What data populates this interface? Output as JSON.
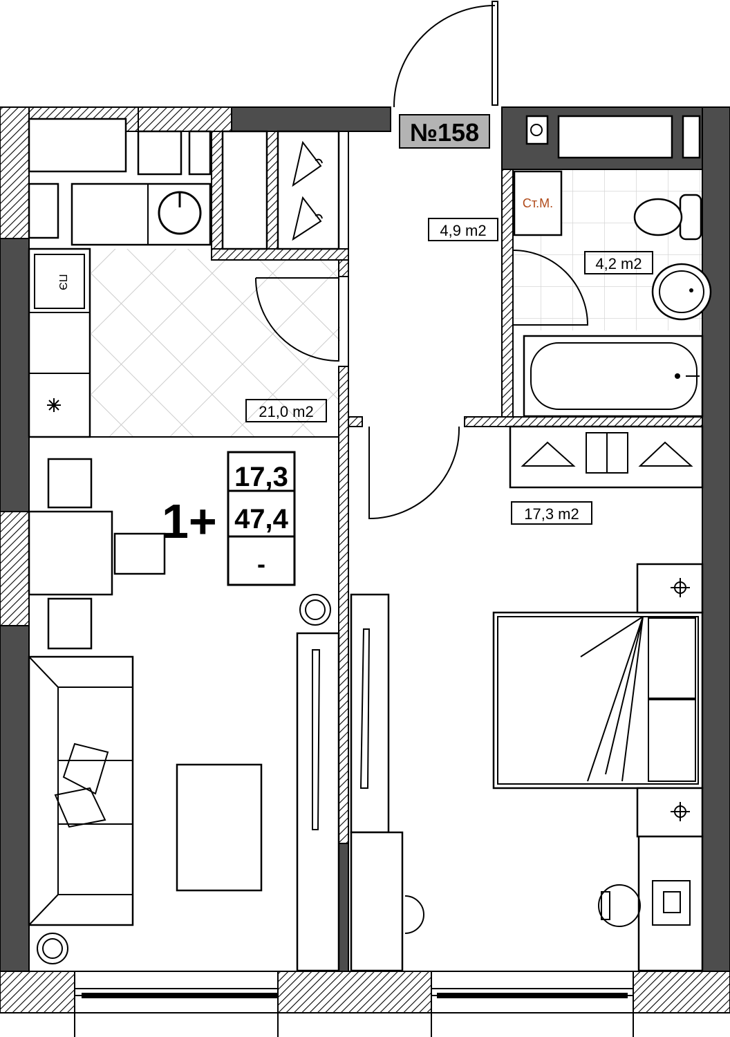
{
  "plan": {
    "apartment_number": "№158",
    "rooms_count": "1+",
    "living_area": "17,3",
    "total_area": "47,4",
    "extra_area": "-",
    "rooms": {
      "kitchen_living": "21,0 m2",
      "hallway": "4,9 m2",
      "bathroom": "4,2 m2",
      "bedroom": "17,3 m2"
    },
    "labels": {
      "electric_panel": "ПЭ",
      "washing_machine": "Ст.М."
    },
    "colors": {
      "wall_dark": "#4d4d4d",
      "wall_hatch": "#000000",
      "tile_line": "#cccccc",
      "badge_fill": "#b3b3b3",
      "washer_label": "#b04a1a"
    }
  }
}
